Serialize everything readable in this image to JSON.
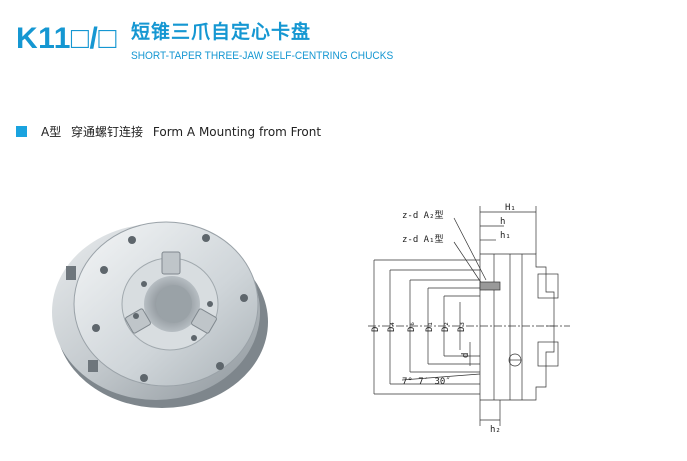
{
  "header": {
    "model": "K11□/□",
    "title_cn": "短锥三爪自定心卡盘",
    "title_en": "SHORT-TAPER THREE-JAW SELF-CENTRING CHUCKS"
  },
  "section": {
    "form_cn_a": "A型",
    "form_cn_b": "穿通螺钉连接",
    "form_en": "Form A Mounting from Front"
  },
  "drawing": {
    "label_a2": "z-d A₂型",
    "label_a1": "z-d A₁型",
    "H1": "H₁",
    "h": "h",
    "h1": "h₁",
    "h2": "h₂",
    "D": "D",
    "D4": "D₄",
    "D6": "D₆",
    "D1": "D₁",
    "D2": "D₂",
    "D3": "D₃",
    "d": "d",
    "angle": "7° 7′ 30″"
  },
  "colors": {
    "accent": "#1597d2",
    "bullet": "#1aa3df"
  }
}
